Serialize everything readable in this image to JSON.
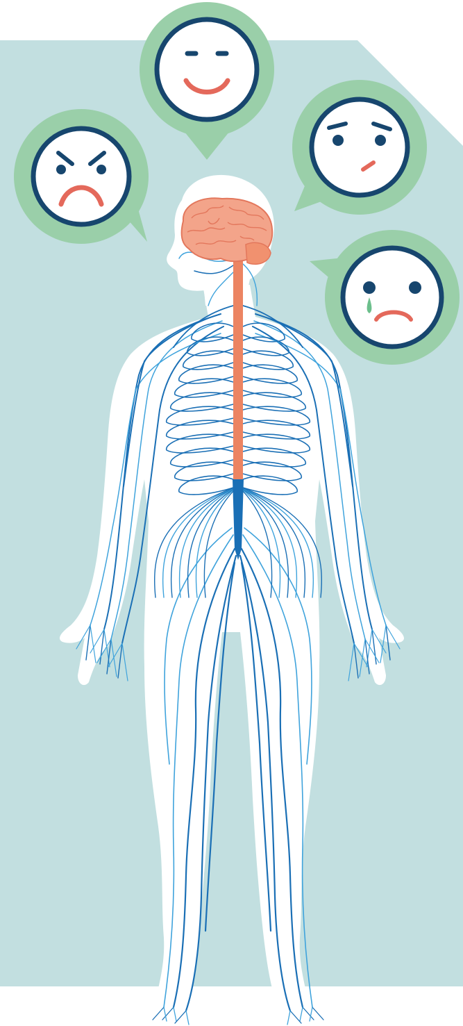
{
  "illustration": {
    "subject": "human-nervous-system",
    "colors": {
      "background_panel": "#c2dfe0",
      "page": "#ffffff",
      "body_silhouette": "#ffffff",
      "nerve_dark": "#1a6fb5",
      "nerve_light": "#3fa3dc",
      "brain": "#f3a48a",
      "brain_outline": "#e3775c",
      "spinal_cord": "#ec8462",
      "bubble": "#9acfa9",
      "face_fill": "#ffffff",
      "face_outline": "#17466e",
      "mouth": "#e4695b",
      "tear": "#6cbf8c"
    },
    "emotions": [
      {
        "name": "happy",
        "icon": "happy-face-icon"
      },
      {
        "name": "angry",
        "icon": "angry-face-icon"
      },
      {
        "name": "worried",
        "icon": "worried-face-icon"
      },
      {
        "name": "sad",
        "icon": "crying-face-icon"
      }
    ]
  }
}
